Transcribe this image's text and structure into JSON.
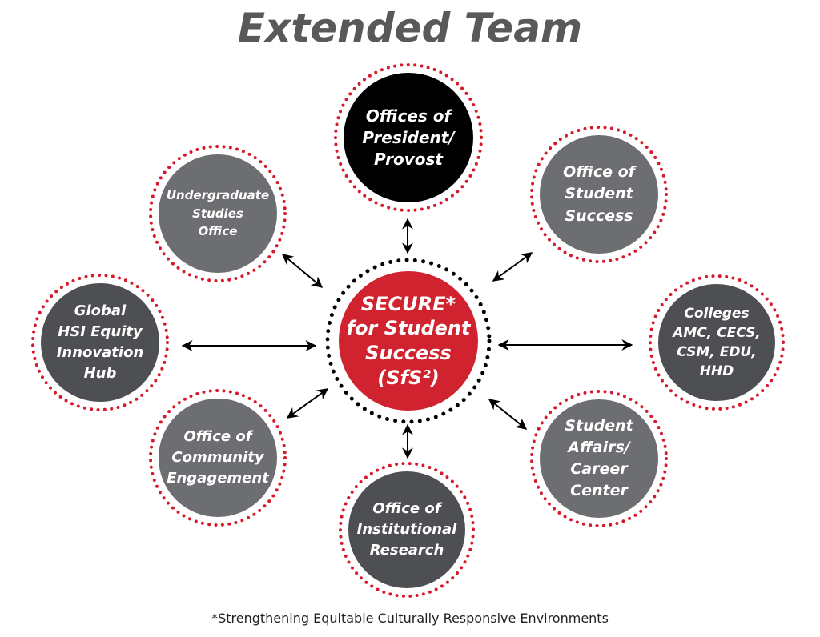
{
  "title": "Extended Team",
  "center": {
    "lines": [
      "SECURE*",
      "for Student",
      "Success",
      "(SfS²)"
    ],
    "fill": "#d1232f",
    "ring": "#000000"
  },
  "nodes": [
    {
      "id": "president-provost",
      "lines": [
        "Offices of",
        "President/",
        "Provost"
      ],
      "fill": "#000000"
    },
    {
      "id": "student-success",
      "lines": [
        "Office of",
        "Student",
        "Success"
      ],
      "fill": "#6d6e71"
    },
    {
      "id": "colleges",
      "lines": [
        "Colleges",
        "AMC, CECS,",
        "CSM, EDU,",
        "HHD"
      ],
      "fill": "#4e4f52"
    },
    {
      "id": "student-affairs",
      "lines": [
        "Student",
        "Affairs/",
        "Career",
        "Center"
      ],
      "fill": "#6d6e71"
    },
    {
      "id": "institutional-research",
      "lines": [
        "Office of",
        "Institutional",
        "Research"
      ],
      "fill": "#4e4f52"
    },
    {
      "id": "community-engagement",
      "lines": [
        "Office of",
        "Community",
        "Engagement"
      ],
      "fill": "#6d6e71"
    },
    {
      "id": "global-hsi",
      "lines": [
        "Global",
        "HSI Equity",
        "Innovation",
        "Hub"
      ],
      "fill": "#4e4f52"
    },
    {
      "id": "undergraduate-studies",
      "lines": [
        "Undergraduate",
        "Studies",
        "Office"
      ],
      "fill": "#6d6e71"
    }
  ],
  "colors": {
    "node_ring": "#d7182a",
    "arrow": "#000000",
    "title": "#58595b"
  },
  "footnote": "*Strengthening Equitable Culturally Responsive Environments"
}
